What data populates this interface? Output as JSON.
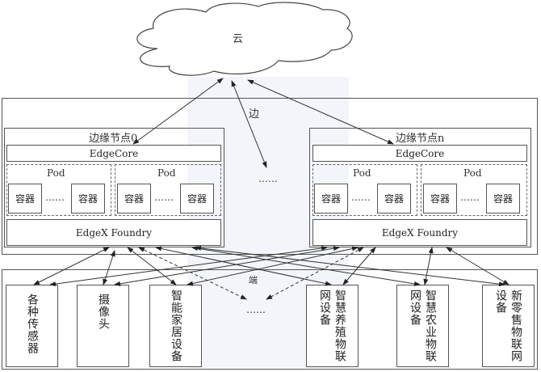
{
  "cloud": {
    "label": "云"
  },
  "edge_layer": {
    "label": "边"
  },
  "edge_ellipsis": "……",
  "nodes": [
    {
      "title": "边缘节点0",
      "edgecore": "EdgeCore",
      "pods": [
        {
          "label": "Pod",
          "containers": [
            "容器",
            "容器"
          ],
          "ellipsis": "……"
        },
        {
          "label": "Pod",
          "containers": [
            "容器",
            "容器"
          ],
          "ellipsis": "……"
        }
      ],
      "edgex": "EdgeX Foundry"
    },
    {
      "title": "边缘节点n",
      "edgecore": "EdgeCore",
      "pods": [
        {
          "label": "Pod",
          "containers": [
            "容器",
            "容器"
          ],
          "ellipsis": "……"
        },
        {
          "label": "Pod",
          "containers": [
            "容器",
            "容器"
          ],
          "ellipsis": "……"
        }
      ],
      "edgex": "EdgeX Foundry"
    }
  ],
  "end_layer": {
    "label": "端",
    "ellipsis": "……",
    "devices": [
      {
        "col1": "各种传感器",
        "col2": ""
      },
      {
        "col1": "摄像头",
        "col2": ""
      },
      {
        "col1": "智能家居设备",
        "col2": ""
      },
      {
        "col1": "智慧养殖物联",
        "col2": "网设备"
      },
      {
        "col1": "智慧农业物联",
        "col2": "网设备"
      },
      {
        "col1": "新零售物联网",
        "col2": "设备"
      }
    ]
  },
  "colors": {
    "line": "#333333",
    "border": "#555555",
    "watermark": "#e9edf6"
  }
}
